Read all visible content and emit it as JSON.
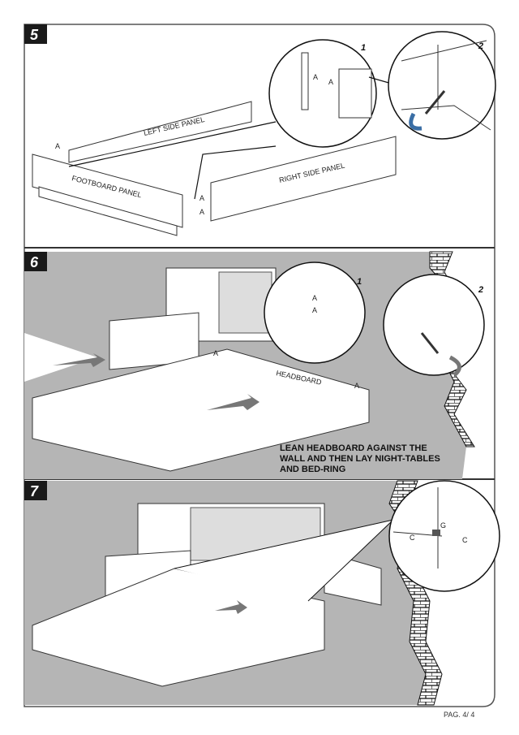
{
  "steps": [
    {
      "number": "5",
      "detail_1": "1",
      "detail_2": "2",
      "labels": {
        "left_side_panel": "LEFT SIDE PANEL",
        "footboard_panel": "FOOTBOARD PANEL",
        "right_side_panel": "RIGHT SIDE PANEL",
        "fitting": "A"
      }
    },
    {
      "number": "6",
      "detail_1": "1",
      "detail_2": "2",
      "labels": {
        "headboard": "HEADBOARD",
        "fitting": "A"
      },
      "note": [
        "LEAN HEADBOARD AGAINST THE",
        "WALL AND THEN LAY NIGHT-TABLES",
        "AND BED-RING"
      ]
    },
    {
      "number": "7",
      "labels": {
        "bracket": "G",
        "screw": "C"
      }
    }
  ],
  "page_label": "PAG. 4/ 4",
  "colors": {
    "wall": "#b5b5b5",
    "frame": "#555555",
    "step_badge": "#1a1a1a"
  }
}
